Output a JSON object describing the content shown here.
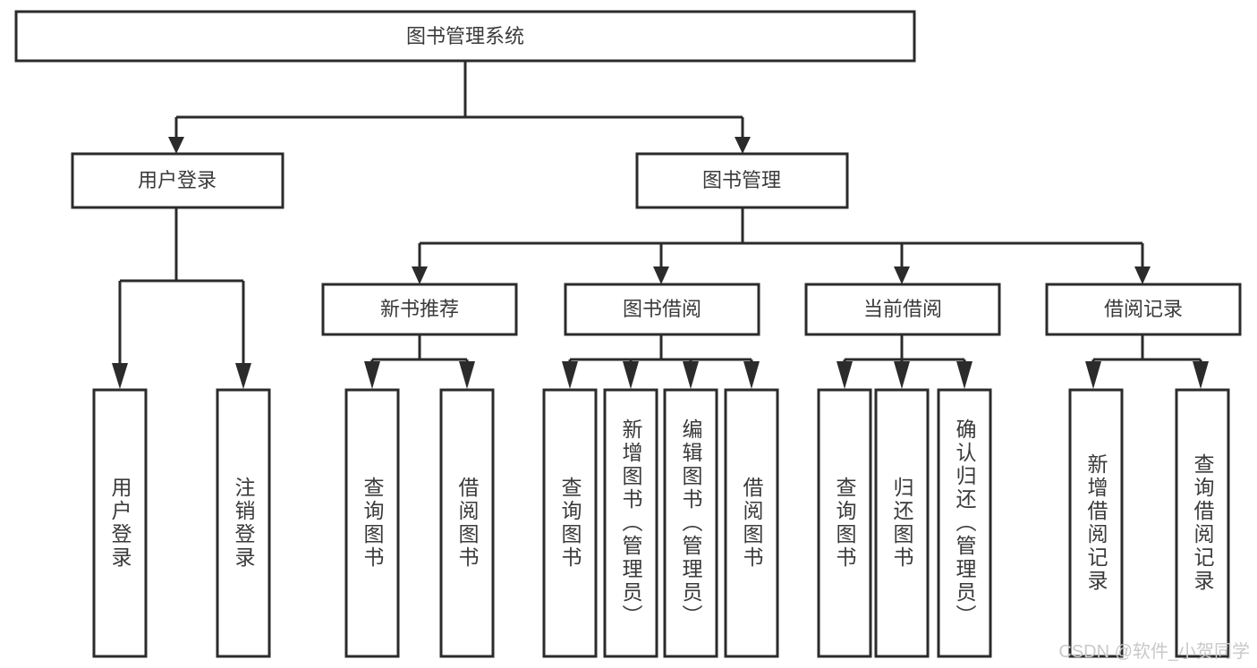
{
  "diagram": {
    "title": "图书管理系统",
    "type": "tree-hierarchy-chart",
    "watermark": "CSDN @软件_小贺同学",
    "colors": {
      "stroke": "#2b2b2b",
      "box_fill": "#ffffff",
      "text": "#3a3a3a",
      "background": "#ffffff",
      "watermark": "#c9c9c9"
    },
    "root": {
      "label": "图书管理系统"
    },
    "level2": [
      {
        "label": "用户登录"
      },
      {
        "label": "图书管理"
      }
    ],
    "level3": [
      {
        "label": "新书推荐"
      },
      {
        "label": "图书借阅"
      },
      {
        "label": "当前借阅"
      },
      {
        "label": "借阅记录"
      }
    ],
    "leaves": {
      "user_login": [
        {
          "label": "用户登录"
        },
        {
          "label": "注销登录"
        }
      ],
      "new_book_recommend": [
        {
          "label": "查询图书"
        },
        {
          "label": "借阅图书"
        }
      ],
      "book_borrow": [
        {
          "label": "查询图书"
        },
        {
          "label": "新增图书（管理员）"
        },
        {
          "label": "编辑图书（管理员）"
        },
        {
          "label": "借阅图书"
        }
      ],
      "current_borrow": [
        {
          "label": "查询图书"
        },
        {
          "label": "归还图书"
        },
        {
          "label": "确认归还（管理员）"
        }
      ],
      "borrow_records": [
        {
          "label": "新增借阅记录"
        },
        {
          "label": "查询借阅记录"
        }
      ]
    }
  }
}
